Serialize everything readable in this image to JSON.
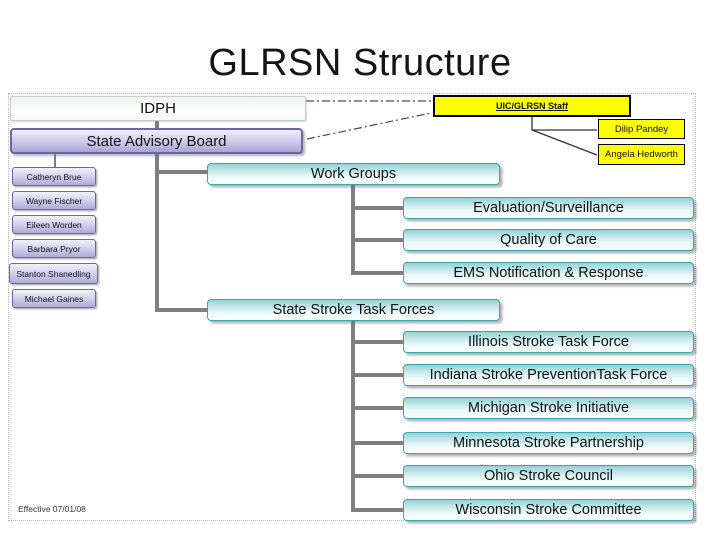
{
  "slide": {
    "title": "GLRSN Structure",
    "footnote": "Effective 07/01/08"
  },
  "org": {
    "idph": "IDPH",
    "state_advisory_board": "State Advisory Board",
    "advisors": [
      "Catheryn Brue",
      "Wayne Fischer",
      "Eileen Worden",
      "Barbara Pryor",
      "Stanton Shanedling",
      "Michael Gaines"
    ],
    "staff": {
      "title": "UIC/GLRSN Staff",
      "members": [
        "Dilip Pandey",
        "Angela Hedworth"
      ]
    },
    "work_groups": {
      "label": "Work Groups",
      "children": [
        "Evaluation/Surveillance",
        "Quality of Care",
        "EMS Notification & Response"
      ]
    },
    "task_forces": {
      "label": "State Stroke Task Forces",
      "children": [
        "Illinois Stroke Task Force",
        "Indiana Stroke PreventionTask Force",
        "Michigan Stroke Initiative",
        "Minnesota Stroke Partnership",
        "Ohio Stroke Council",
        "Wisconsin Stroke Committee"
      ]
    }
  },
  "colors": {
    "teal_border": "#3fa3aa",
    "purple_border": "#6c66a5",
    "staff_yellow": "#ffff00",
    "connector_gray": "#7f7f7f"
  }
}
